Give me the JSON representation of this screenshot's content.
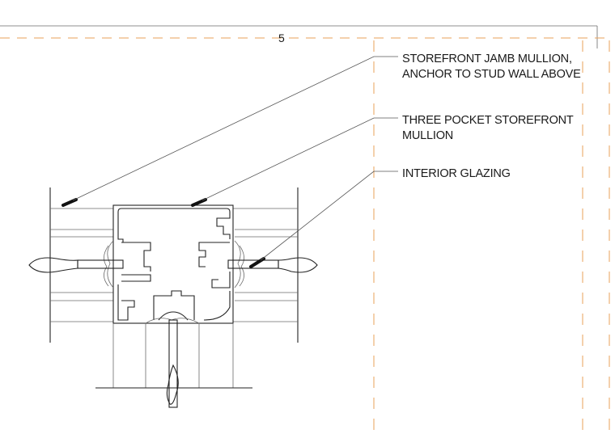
{
  "sheet": {
    "detail_number": "5"
  },
  "callouts": [
    {
      "id": "jamb-mullion",
      "lines": [
        "STOREFRONT JAMB MULLION,",
        "ANCHOR TO STUD WALL ABOVE"
      ]
    },
    {
      "id": "three-pocket",
      "lines": [
        "THREE POCKET STOREFRONT",
        "MULLION"
      ]
    },
    {
      "id": "interior-glazing",
      "lines": [
        "INTERIOR GLAZING"
      ]
    }
  ],
  "colors": {
    "line": "#222222",
    "dashed_border": "#e8a25a",
    "background": "#ffffff"
  }
}
